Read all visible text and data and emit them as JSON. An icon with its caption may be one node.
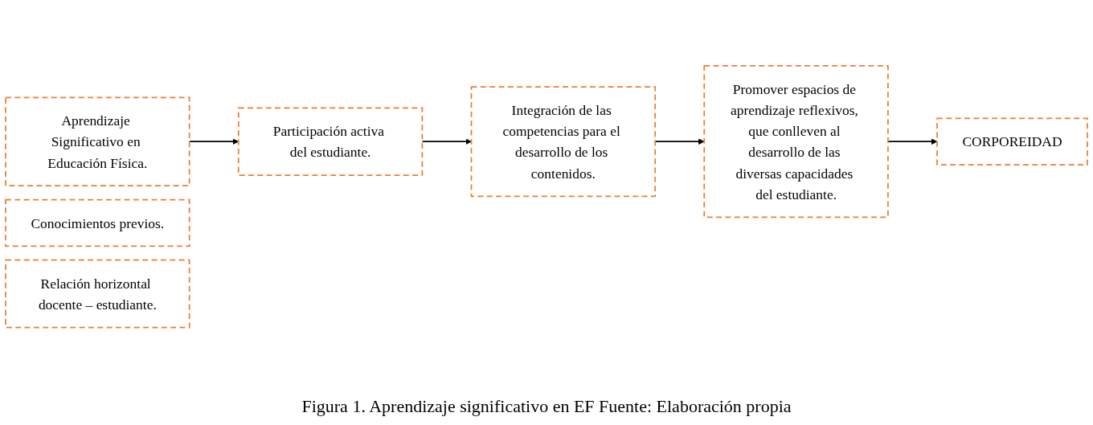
{
  "diagram": {
    "caption": "Figura 1. Aprendizaje significativo en EF Fuente: Elaboración propia",
    "nodes": [
      {
        "text": [
          "Aprendizaje Significativo en Educación Física."
        ]
      },
      {
        "text": [
          "Conocimientos previos."
        ]
      },
      {
        "text": [
          "Participación activa del estudiante."
        ]
      },
      {
        "text": [
          "Relación horizontal docente – estudiante."
        ]
      },
      {
        "text": [
          "Integración de las competencias para el desarrollo de los contenidos."
        ]
      },
      {
        "text": [
          "Promover espacios de aprendizaje reflexivos, que conlleven al desarrollo de las diversas capacidades del estudiante."
        ]
      },
      {
        "text": [
          "CORPOREIDAD"
        ]
      }
    ],
    "edges": [
      {
        "from": 0,
        "to": 2,
        "arrow": "to"
      },
      {
        "from": 2,
        "to": 4,
        "arrow": "to"
      },
      {
        "from": 4,
        "to": 5,
        "arrow": "to"
      },
      {
        "from": 5,
        "to": 6,
        "arrow": "to"
      }
    ]
  }
}
